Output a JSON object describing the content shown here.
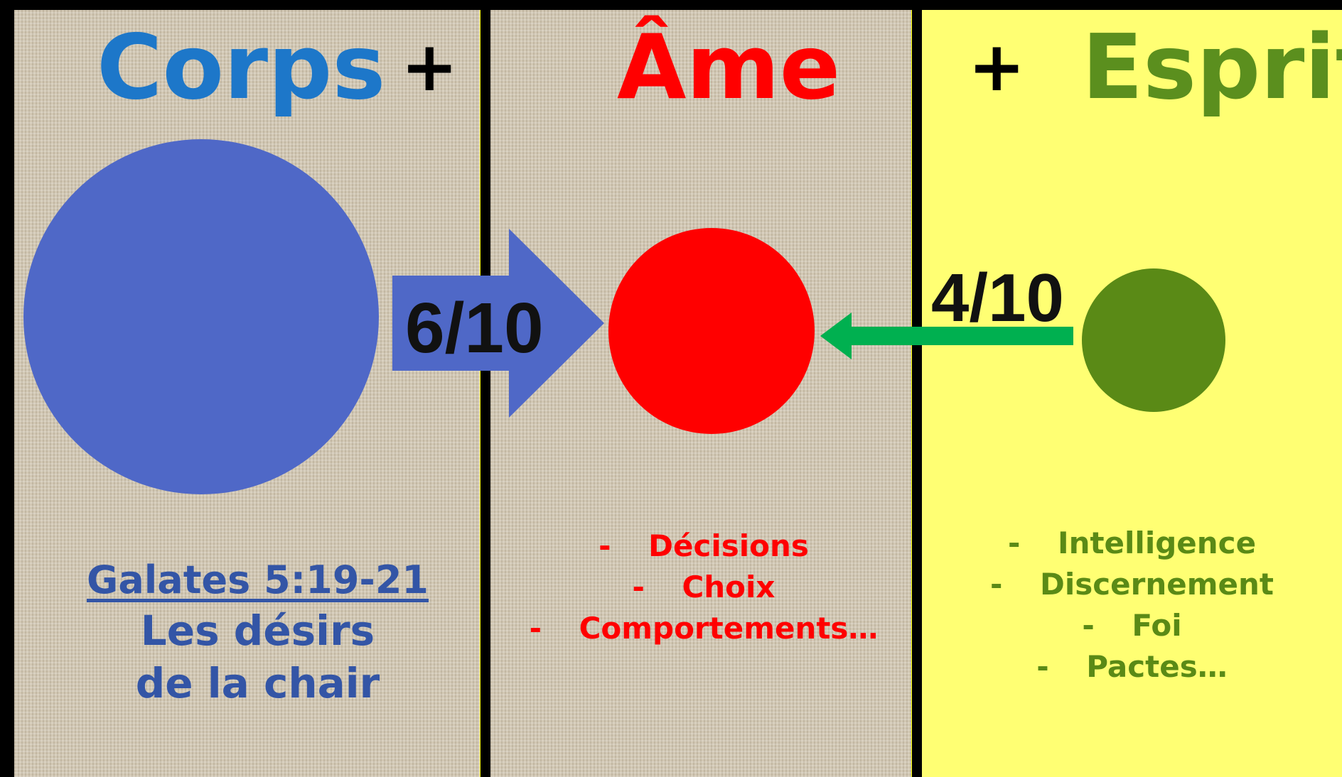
{
  "colors": {
    "corps": "#4f68c7",
    "ame": "#ff0000",
    "esprit": "#5a8a16",
    "esprit_heading": "#5b8f1e",
    "arrow_green": "#00b050",
    "panel_yellow": "#ffff73"
  },
  "headings": {
    "corps": "Corps",
    "plus_1": "+",
    "ame": "Âme",
    "plus_2": "+",
    "esprit": "Esprit"
  },
  "arrows": {
    "corps_to_ame_label": "6/10",
    "esprit_to_ame_label": "4/10"
  },
  "corps_text": {
    "reference": "Galates 5:19-21",
    "line_1": "Les désirs",
    "line_2": "de la chair"
  },
  "ame_list": {
    "bullet": "-",
    "items": [
      "Décisions",
      "Choix",
      "Comportements…"
    ]
  },
  "esprit_list": {
    "bullet": "-",
    "items": [
      "Intelligence",
      "Discernement",
      "Foi",
      "Pactes…"
    ]
  }
}
